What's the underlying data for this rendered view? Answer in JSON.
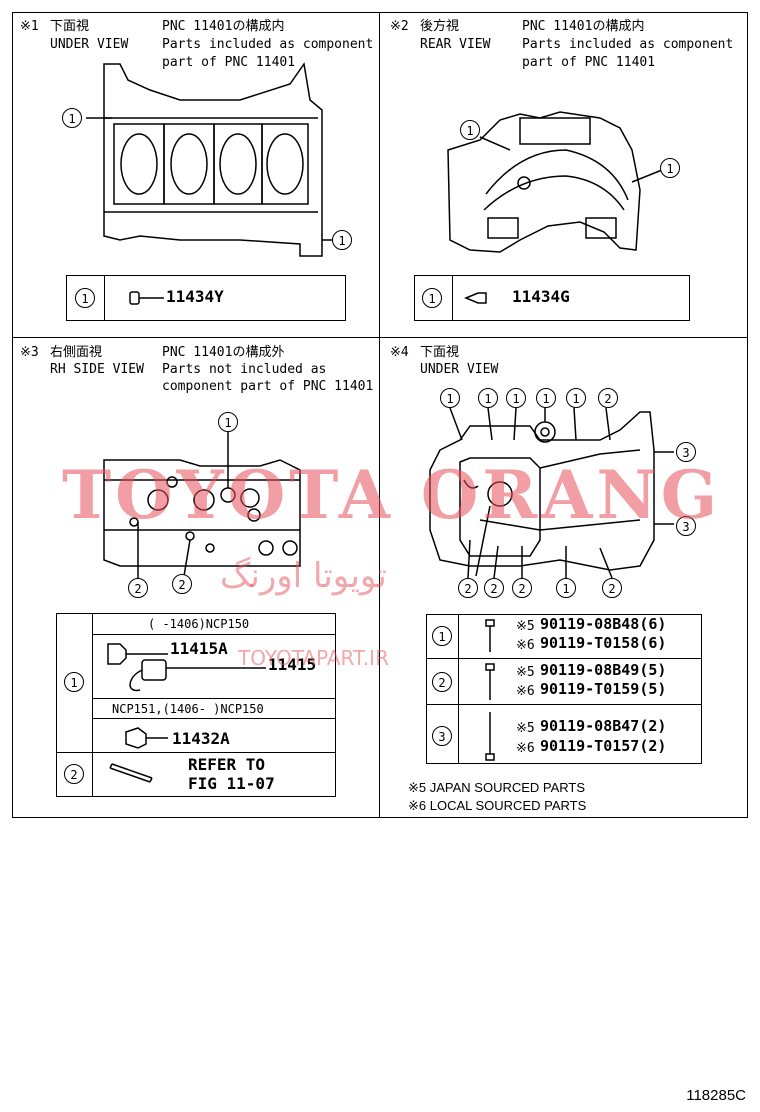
{
  "q1": {
    "mark": "※1",
    "title_jp": "下面視",
    "title_en": "UNDER VIEW",
    "note_line1": "PNC 11401の構成内",
    "note_line2": "Parts included as component",
    "note_line3": "part of PNC 11401",
    "callout": "1",
    "table": {
      "ref": "1",
      "part": "11434Y"
    }
  },
  "q2": {
    "mark": "※2",
    "title_jp": "後方視",
    "title_en": "REAR VIEW",
    "note_line1": "PNC 11401の構成内",
    "note_line2": "Parts included as component",
    "note_line3": "part of PNC 11401",
    "callout": "1",
    "table": {
      "ref": "1",
      "part": "11434G"
    }
  },
  "q3": {
    "mark": "※3",
    "title_jp": "右側面視",
    "title_en": "RH SIDE VIEW",
    "note_line1": "PNC 11401の構成外",
    "note_line2": "Parts not included as",
    "note_line3": "component part of PNC 11401",
    "callout1": "1",
    "callout2": "2",
    "table": {
      "row1_ref": "1",
      "row1_header": "(      -1406)NCP150",
      "row1_part_a": "11415A",
      "row1_part_b": "11415",
      "row1_header2": "NCP151,(1406-      )NCP150",
      "row1_part_c": "11432A",
      "row2_ref": "2",
      "row2_line1": "REFER TO",
      "row2_line2": "FIG 11-07"
    }
  },
  "q4": {
    "mark": "※4",
    "title_jp": "下面視",
    "title_en": "UNDER VIEW",
    "callout1": "1",
    "callout2": "2",
    "callout3": "3",
    "table": {
      "rows": [
        {
          "ref": "1",
          "l1_mark": "※5",
          "l1_part": "90119-08B48(6)",
          "l2_mark": "※6",
          "l2_part": "90119-T0158(6)"
        },
        {
          "ref": "2",
          "l1_mark": "※5",
          "l1_part": "90119-08B49(5)",
          "l2_mark": "※6",
          "l2_part": "90119-T0159(5)"
        },
        {
          "ref": "3",
          "l1_mark": "※5",
          "l1_part": "90119-08B47(2)",
          "l2_mark": "※6",
          "l2_part": "90119-T0157(2)"
        }
      ]
    },
    "note1": "※5 JAPAN SOURCED PARTS",
    "note2": "※6 LOCAL SOURCED PARTS"
  },
  "watermark": {
    "main": "TOYOTA ORANG",
    "persian": "تویوتا اورنگ",
    "site": "TOYOTAPART.IR",
    "color": "#e6505a"
  },
  "figure_number": "118285C"
}
